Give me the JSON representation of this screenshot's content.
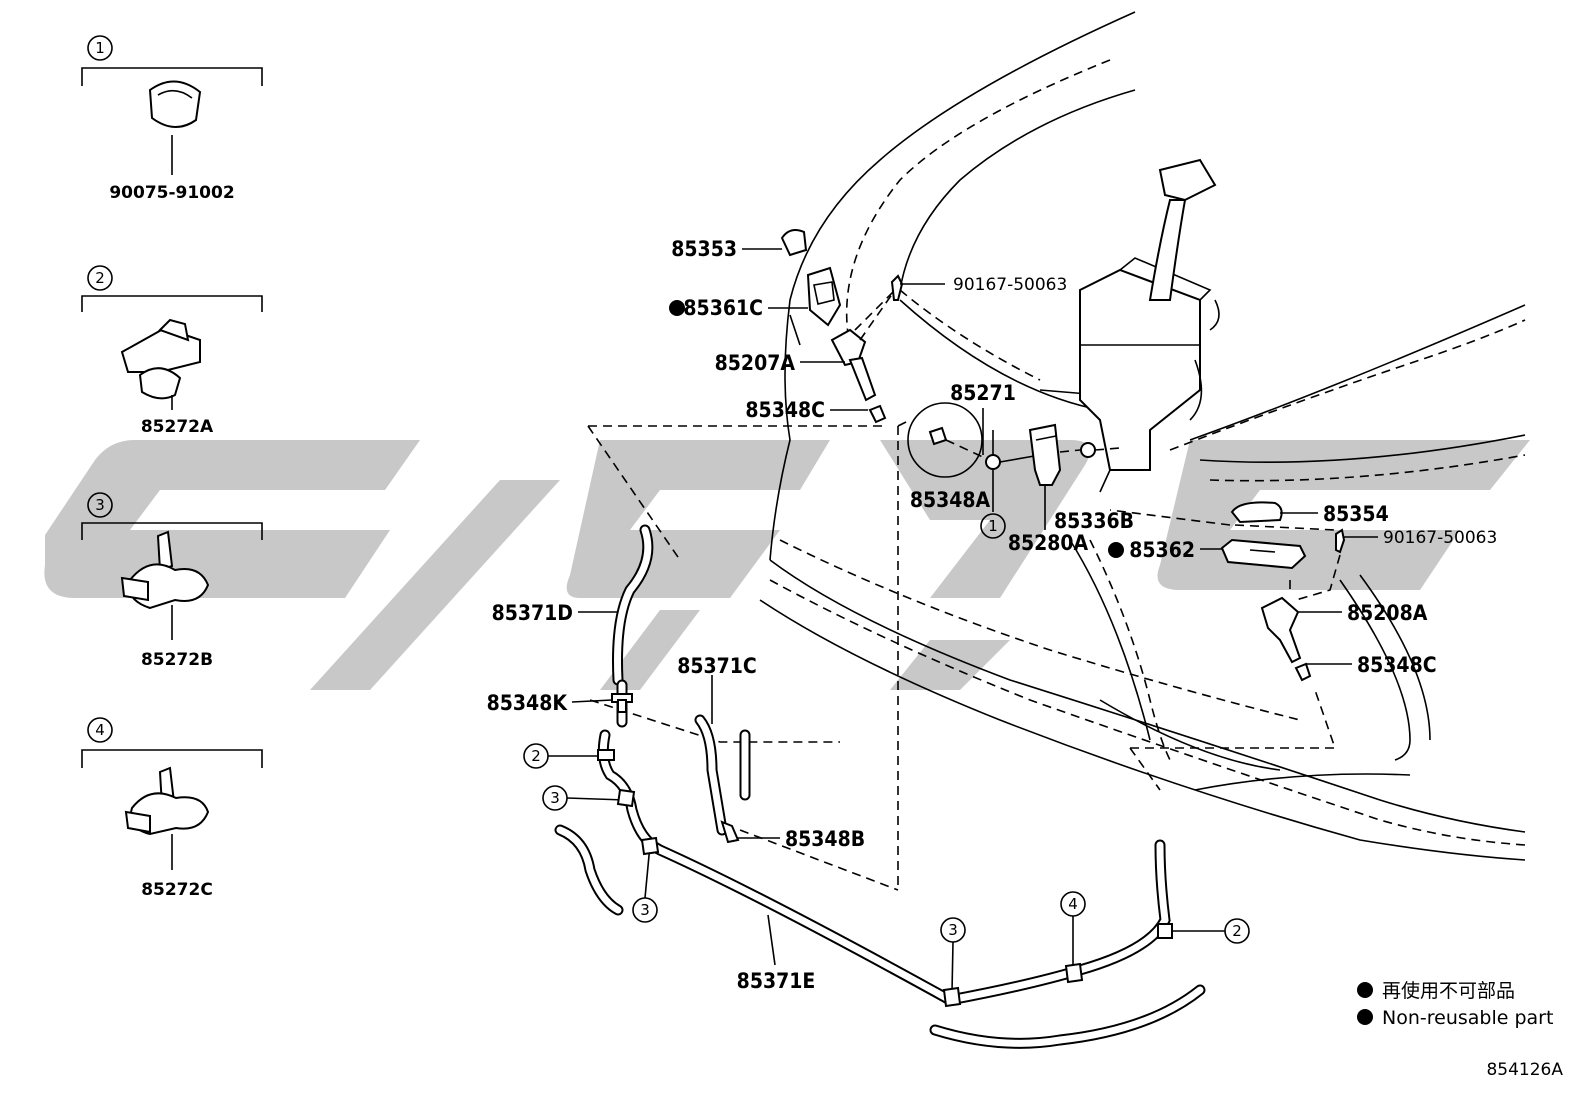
{
  "callouts": {
    "c1": "1",
    "c2": "2",
    "c3": "3",
    "c4": "4"
  },
  "clips": [
    {
      "num": "1",
      "part": "90075-91002"
    },
    {
      "num": "2",
      "part": "85272A"
    },
    {
      "num": "3",
      "part": "85272B"
    },
    {
      "num": "4",
      "part": "85272C"
    }
  ],
  "parts": {
    "p85353": "85353",
    "p85361C": "85361C",
    "p85207A": "85207A",
    "p85348C_top": "85348C",
    "p90167_top": "90167-50063",
    "p85271": "85271",
    "p85348A": "85348A",
    "p85280A": "85280A",
    "p85336B": "85336B",
    "p85354": "85354",
    "p85362": "85362",
    "p90167_right": "90167-50063",
    "p85208A": "85208A",
    "p85348C_right": "85348C",
    "p85371D": "85371D",
    "p85371C": "85371C",
    "p85348K": "85348K",
    "p85348B": "85348B",
    "p85371E": "85371E"
  },
  "legend": {
    "jp": "再使用不可部品",
    "en": "Non-reusable part"
  },
  "diagram_code": "854126A",
  "watermark_color": "#c8c8c8"
}
